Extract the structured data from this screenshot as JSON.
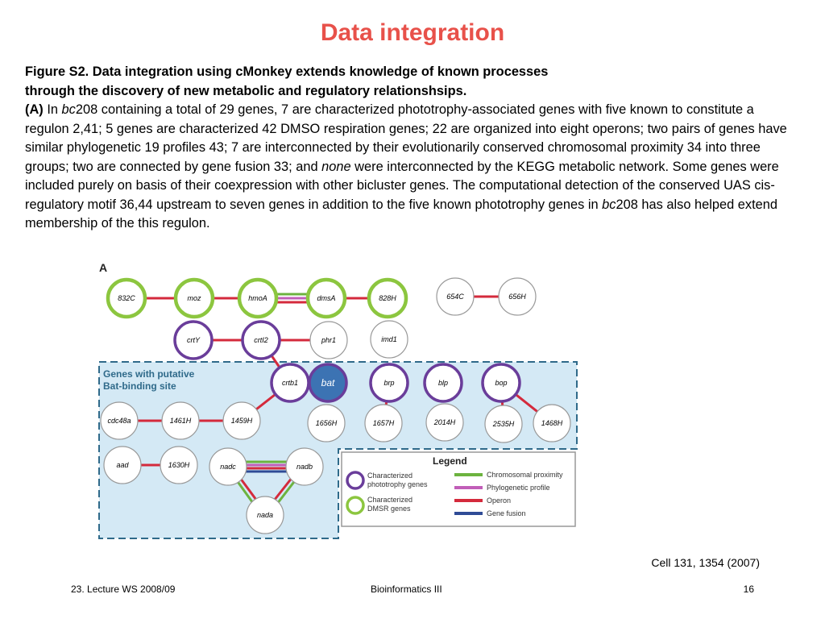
{
  "slide": {
    "title": "Data integration",
    "caption_line1": "Figure S2. Data integration using cMonkey extends knowledge of known processes",
    "caption_line2": "through the discovery of new metabolic and regulatory relationshsips.",
    "para_label": "(A)",
    "para_t1": " In ",
    "para_i1": "bc",
    "para_t2": "208 containing a total of 29 genes, 7 are characterized phototrophy-associated genes with five known to constitute a regulon 2,41; 5 genes are characterized 42 DMSO respiration genes; 22 are organized into eight operons; two pairs of genes have similar phylogenetic 19 profiles 43; 7 are interconnected by their evolutionarily conserved chromosomal proximity 34 into three groups; two are connected by gene fusion 33; and ",
    "para_i2": "none",
    "para_t3": " were interconnected by the KEGG metabolic network. Some genes were included purely on basis of their coexpression with other bicluster genes. The computational detection of the conserved UAS cis-regulatory motif 36,44 upstream to seven genes in addition to the five known phototrophy genes in ",
    "para_i3": "bc",
    "para_t4": "208 has also helped extend membership of the this regulon.",
    "citation": "Cell 131, 1354 (2007)",
    "footer_left": "23. Lecture WS 2008/09",
    "footer_center": "Bioinformatics III",
    "footer_right": "16"
  },
  "figure": {
    "panel_label": "A",
    "region_title_1": "Genes with putative",
    "region_title_2": "Bat-binding site",
    "legend_title": "Legend",
    "legend_purple_1": "Characterized",
    "legend_purple_2": "phototrophy genes",
    "legend_green_1": "Characterized",
    "legend_green_2": "DMSR genes",
    "legend_chrom": "Chromosomal proximity",
    "legend_phylo": "Phylogenetic profile",
    "legend_operon": "Operon",
    "legend_fusion": "Gene fusion",
    "genes": {
      "g832C": "832C",
      "moz": "moz",
      "hmoA": "hmoA",
      "dmsA": "dmsA",
      "g828H": "828H",
      "g654C": "654C",
      "g656H": "656H",
      "crtY": "crtY",
      "crtI2": "crtI2",
      "phr1": "phr1",
      "imd1": "imd1",
      "crtb1": "crtb1",
      "bat": "bat",
      "brp": "brp",
      "blp": "blp",
      "bop": "bop",
      "cdc48a": "cdc48a",
      "g1461H": "1461H",
      "g1459H": "1459H",
      "g1656H": "1656H",
      "g1657H": "1657H",
      "g2014H": "2014H",
      "g2535H": "2535H",
      "g1468H": "1468H",
      "aad": "aad",
      "g1630H": "1630H",
      "nadc": "nadc",
      "nadb": "nadb",
      "nada": "nada"
    },
    "colors": {
      "operon": "#d42a3c",
      "chromosomal": "#6cb33f",
      "phylogenetic": "#c15eb8",
      "fusion": "#2f4b96",
      "phototrophy": "#6a3d9a",
      "dmsr": "#8cc63f",
      "region": "#d4e9f5",
      "bat": "#3c73b3"
    }
  }
}
